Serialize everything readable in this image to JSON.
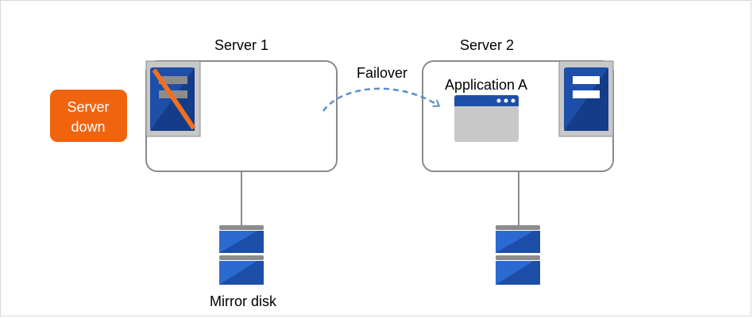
{
  "server1": {
    "label": "Server 1"
  },
  "server2": {
    "label": "Server 2"
  },
  "failover": {
    "label": "Failover"
  },
  "application": {
    "label": "Application A"
  },
  "status_badge": {
    "line1": "Server",
    "line2": "down"
  },
  "disk": {
    "label": "Mirror disk"
  },
  "colors": {
    "server_box_border": "#8a8a8a",
    "server_icon_blue": "#1e4fa8",
    "server_icon_bg": "#c8c8c8",
    "failed_slash": "#f07020",
    "badge": "#f06410",
    "arrow": "#5b8ec8",
    "disk_blue": "#2b6ad0",
    "disk_gray": "#8c8c8c"
  }
}
